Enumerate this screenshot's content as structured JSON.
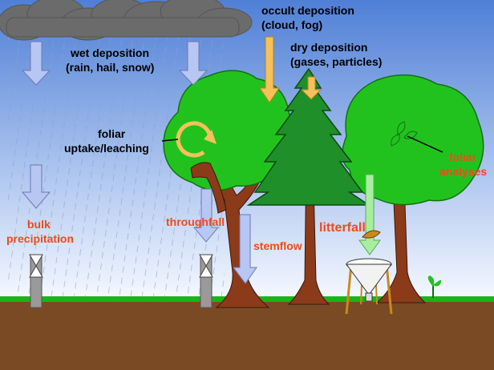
{
  "labels": {
    "wet_deposition_1": "wet deposition",
    "wet_deposition_2": "(rain, hail, snow)",
    "occult_1": "occult deposition",
    "occult_2": "(cloud, fog)",
    "dry_1": "dry deposition",
    "dry_2": "(gases, particles)",
    "foliar_uptake_1": "foliar",
    "foliar_uptake_2": "uptake/leaching",
    "bulk_1": "bulk",
    "bulk_2": "precipitation",
    "throughfall": "throughfall",
    "stemflow": "stemflow",
    "litterfall": "litterfall",
    "foliar_analyses_1": "foliar",
    "foliar_analyses_2": "analyses"
  },
  "colors": {
    "sky_top": "#4f7fd6",
    "sky_bottom": "#f4f8ff",
    "cloud": "#6b6b6b",
    "ground": "#7a4a25",
    "grass": "#19b419",
    "leaf": "#22c21e",
    "conifer": "#1f8f2a",
    "trunk": "#8b3a1a",
    "arrow_blue": "#b8c6f4",
    "arrow_yellow": "#f5c15a",
    "arrow_green": "#a8eea0",
    "label_red": "#f04a1c"
  }
}
